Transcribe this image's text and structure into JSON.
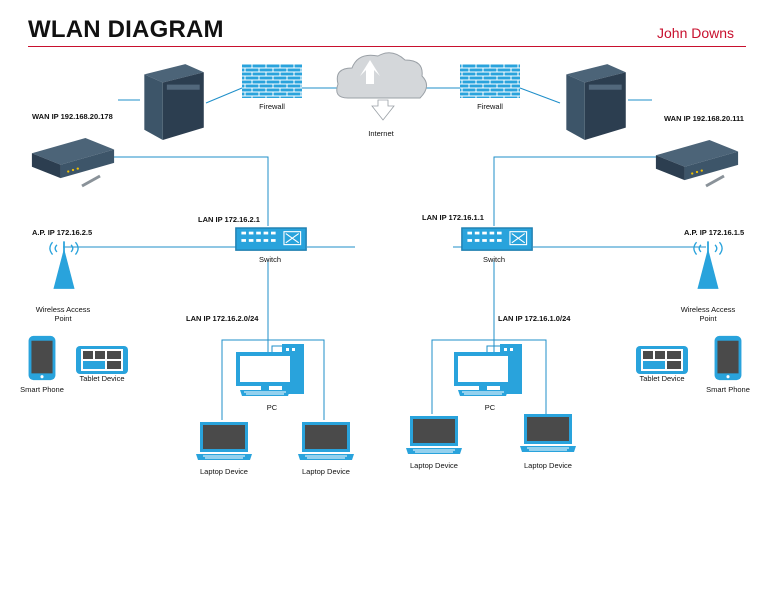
{
  "header": {
    "title": "WLAN DIAGRAM",
    "author": "John Downs"
  },
  "colors": {
    "accent": "#c8102e",
    "link": "#1f8fc9",
    "device_blue": "#29a3dc",
    "server_dark": "#2c3e50"
  },
  "nodes": {
    "internet": "Internet",
    "firewall_left": "Firewall",
    "firewall_right": "Firewall",
    "wan_left": "WAN IP 192.168.20.178",
    "wan_right": "WAN IP 192.168.20.111",
    "lan_switch_left": "LAN IP 172.16.2.1",
    "lan_switch_right": "LAN IP 172.16.1.1",
    "switch_left": "Switch",
    "switch_right": "Switch",
    "ap_ip_left": "A.P. IP 172.16.2.5",
    "ap_ip_right": "A.P. IP 172.16.1.5",
    "ap_label_left_1": "Wireless Access",
    "ap_label_left_2": "Point",
    "ap_label_right_1": "Wireless Access",
    "ap_label_right_2": "Point",
    "subnet_left": "LAN IP 172.16.2.0/24",
    "subnet_right": "LAN IP 172.16.1.0/24",
    "pc_left": "PC",
    "pc_right": "PC",
    "phone_left": "Smart Phone",
    "phone_right": "Smart Phone",
    "tablet_left": "Tablet Device",
    "tablet_right": "Tablet Device",
    "laptop_ll": "Laptop Device",
    "laptop_lr": "Laptop Device",
    "laptop_rl": "Laptop Device",
    "laptop_rr": "Laptop Device"
  }
}
